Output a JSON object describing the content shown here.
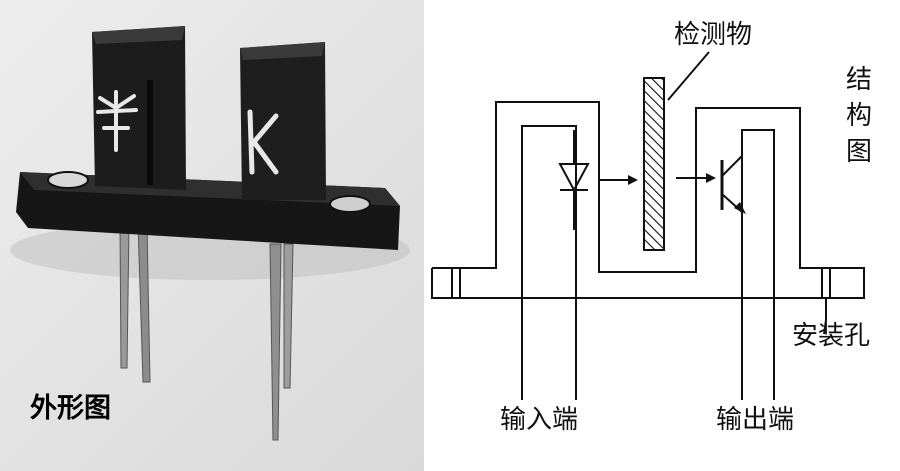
{
  "photo": {
    "caption": "外形图",
    "marks": {
      "left": "emitter-diode-symbol",
      "right": "K"
    }
  },
  "diagram": {
    "labels": {
      "detected_object": "检测物",
      "structure": "结构图",
      "mounting_hole": "安装孔",
      "input": "输入端",
      "output": "输出端"
    }
  },
  "colors": {
    "line": "#111111",
    "photo_background": "#e4e4e4",
    "sensor_body": "#1c1c1c",
    "pin": "#8a8a8a"
  }
}
